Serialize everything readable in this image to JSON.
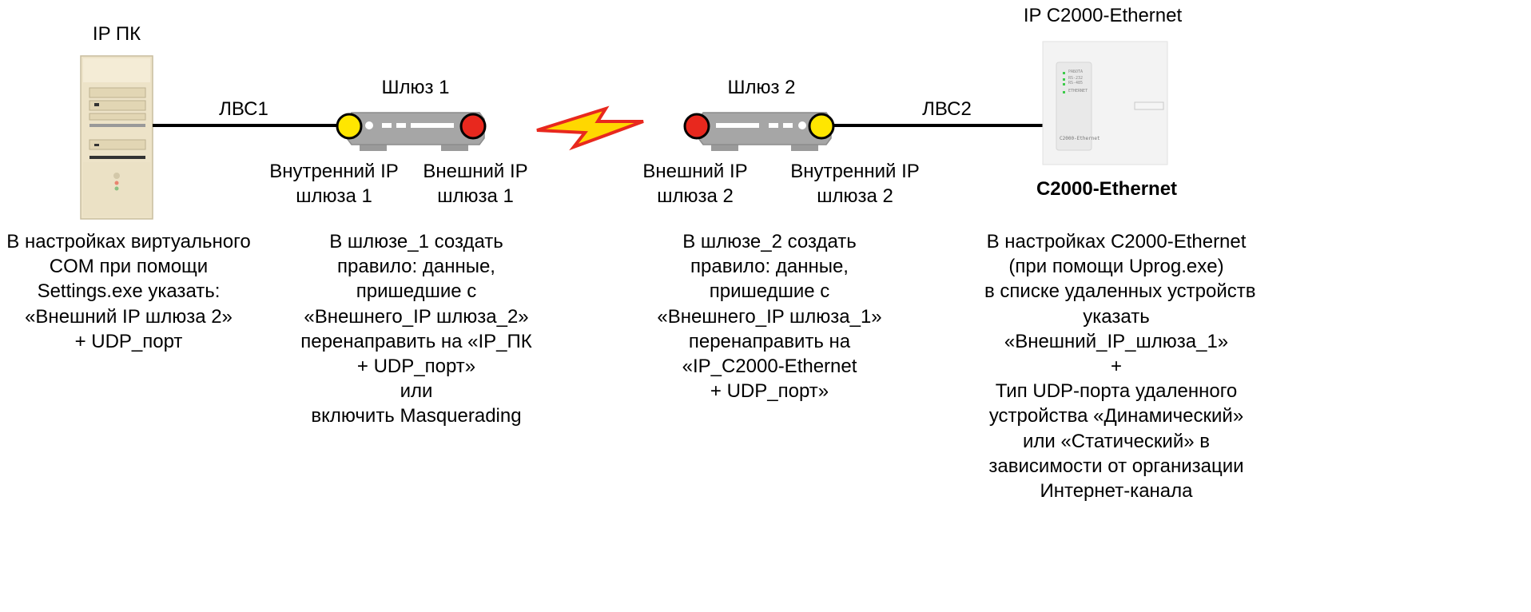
{
  "diagram": {
    "pc": {
      "title": "IP ПК",
      "lan": "ЛВС1",
      "notes": [
        "В настройках виртуального",
        "COM при помощи",
        "Settings.exe указать:",
        "«Внешний IP шлюза 2»",
        "+ UDP_порт"
      ]
    },
    "gateway1": {
      "title": "Шлюз 1",
      "internal_ip": [
        "Внутренний IP",
        "шлюза 1"
      ],
      "external_ip": [
        "Внешний IP",
        "шлюза 1"
      ],
      "notes": [
        "В шлюзе_1 создать",
        "правило: данные,",
        "пришедшие с",
        "«Внешнего_IP шлюза_2»",
        "перенаправить на «IP_ПК",
        "+ UDP_порт»",
        "или",
        "включить Masquerading"
      ]
    },
    "gateway2": {
      "title": "Шлюз 2",
      "external_ip": [
        "Внешний IP",
        "шлюза 2"
      ],
      "internal_ip": [
        "Внутренний IP",
        "шлюза 2"
      ],
      "notes": [
        "В шлюзе_2 создать",
        "правило: данные,",
        "пришедшие с",
        "«Внешнего_IP шлюза_1»",
        "перенаправить на",
        "«IP_С2000-Ethernet",
        "+ UDP_порт»"
      ]
    },
    "device": {
      "title": "IP С2000-Ethernet",
      "name": "С2000-Ethernet",
      "lan": "ЛВС2",
      "panel_labels": [
        "РАБОТА",
        "RS-232",
        "RS-485",
        "ETHERNET",
        "С2000-Ethernet"
      ],
      "notes": [
        "В настройках С2000-Ethernet",
        "(при помощи Uprog.exe)",
        "в списке удаленных устройств",
        "указать",
        "«Внешний_IP_шлюза_1»",
        "+",
        "Тип UDP-порта удаленного",
        "устройства «Динамический»",
        "или «Статический» в",
        "зависимости от организации",
        "Интернет-канала"
      ]
    },
    "colors": {
      "internal_port": "#FFE600",
      "external_port": "#E8281E",
      "gateway_body": "#A6A6A6",
      "lightning_fill": "#FFD700",
      "lightning_stroke": "#E8281E"
    }
  }
}
